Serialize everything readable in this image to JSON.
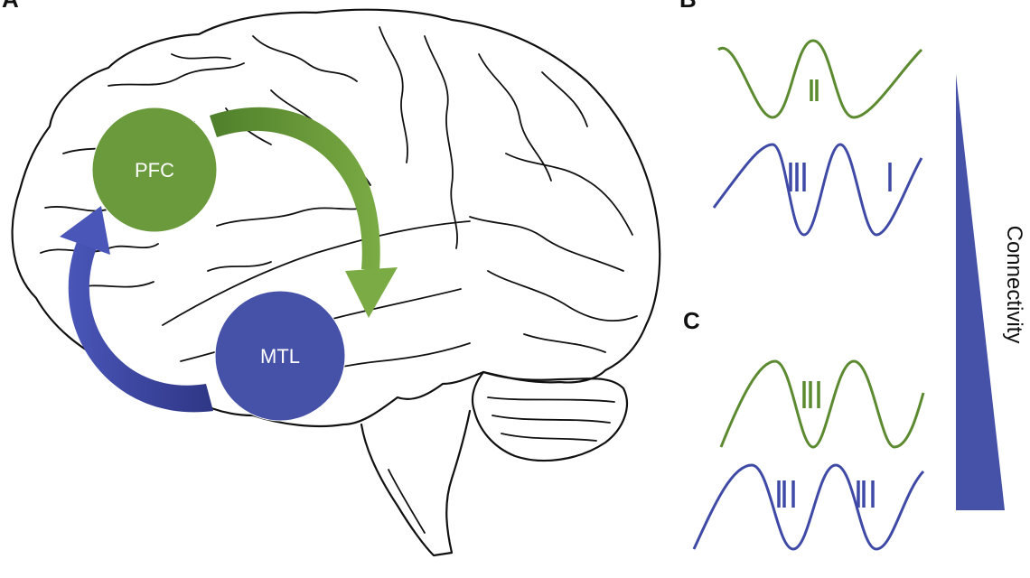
{
  "panels": {
    "a": "A",
    "b": "B",
    "c": "C"
  },
  "nodes": {
    "pfc": {
      "label": "PFC",
      "color": "#6a9a3c"
    },
    "mtl": {
      "label": "MTL",
      "color": "#4651a8"
    }
  },
  "colors": {
    "green": "#6a9a3c",
    "green_dark": "#4f7f2a",
    "blue": "#3f4aa6",
    "blue_dark": "#2c347f",
    "outline": "#111111"
  },
  "connectivity": {
    "label": "Connectivity"
  }
}
